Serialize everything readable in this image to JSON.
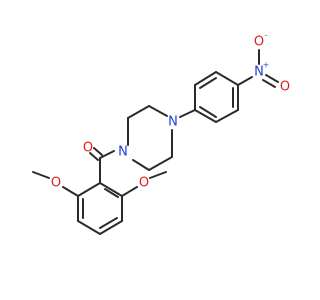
{
  "molecule": {
    "atoms": {
      "o_carbonyl": "O",
      "n_amide": "N",
      "n_aryl": "N",
      "n_nitro": "N",
      "o_nitro_top": "O",
      "o_nitro_right": "O",
      "o_methoxy_left": "O",
      "o_methoxy_right": "O"
    },
    "charges": {
      "n_nitro": "+",
      "o_nitro_top": "-"
    },
    "colors": {
      "bond": "#2b2b2b",
      "nitrogen": "#1f3fd6",
      "oxygen": "#e01e1e"
    }
  }
}
